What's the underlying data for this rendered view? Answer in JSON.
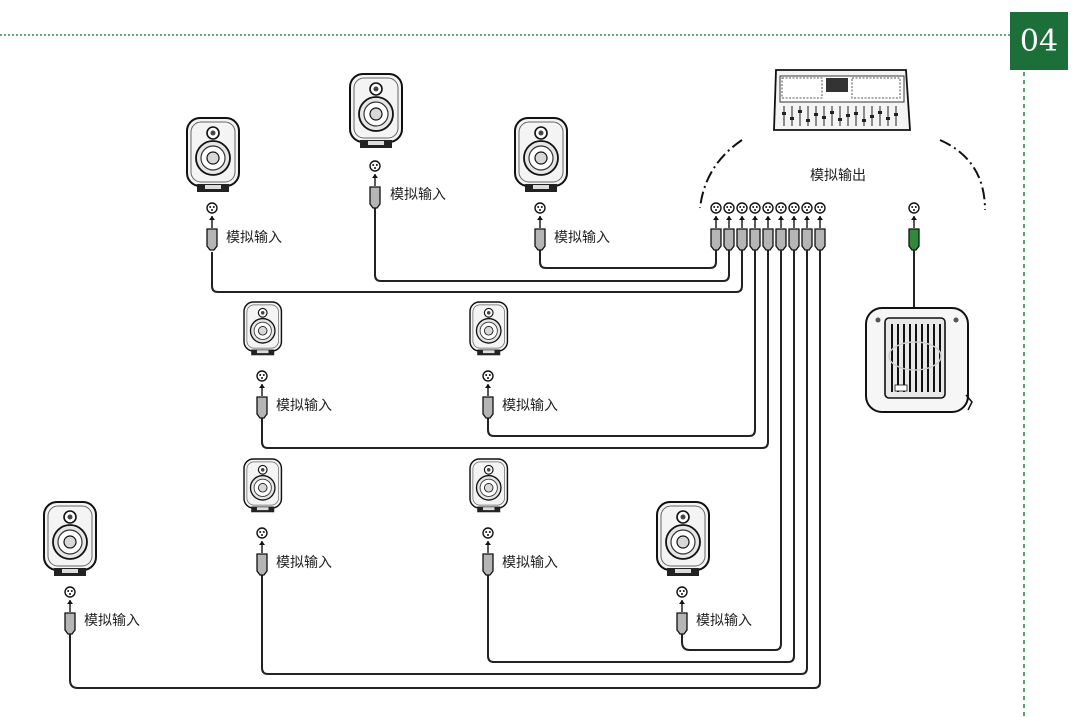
{
  "page_badge": "04",
  "colors": {
    "badge_bg": "#1d6f3a",
    "border_green": "#2e8b57",
    "cable": "#222222",
    "sub_connector": "#2f8a3a",
    "plug_gray": "#b5b5b5"
  },
  "mixer": {
    "icon": "mixing-console-icon",
    "output_label": "模拟输出"
  },
  "speakers": [
    {
      "id": "s1",
      "icon": "studio-monitor-icon",
      "input_label": "模拟输入"
    },
    {
      "id": "s2",
      "icon": "studio-monitor-icon",
      "input_label": "模拟输入"
    },
    {
      "id": "s3",
      "icon": "studio-monitor-icon",
      "input_label": "模拟输入"
    },
    {
      "id": "s4",
      "icon": "studio-monitor-icon",
      "input_label": "模拟输入"
    },
    {
      "id": "s5",
      "icon": "studio-monitor-icon",
      "input_label": "模拟输入"
    },
    {
      "id": "s6",
      "icon": "studio-monitor-icon",
      "input_label": "模拟输入"
    },
    {
      "id": "s7",
      "icon": "studio-monitor-icon",
      "input_label": "模拟输入"
    },
    {
      "id": "s8",
      "icon": "studio-monitor-icon",
      "input_label": "模拟输入"
    },
    {
      "id": "s9",
      "icon": "studio-monitor-icon",
      "input_label": "模拟输入"
    }
  ],
  "subwoofer": {
    "icon": "subwoofer-icon"
  },
  "connector_icon": "xlr-jack-icon",
  "plug_icon": "xlr-plug-icon"
}
